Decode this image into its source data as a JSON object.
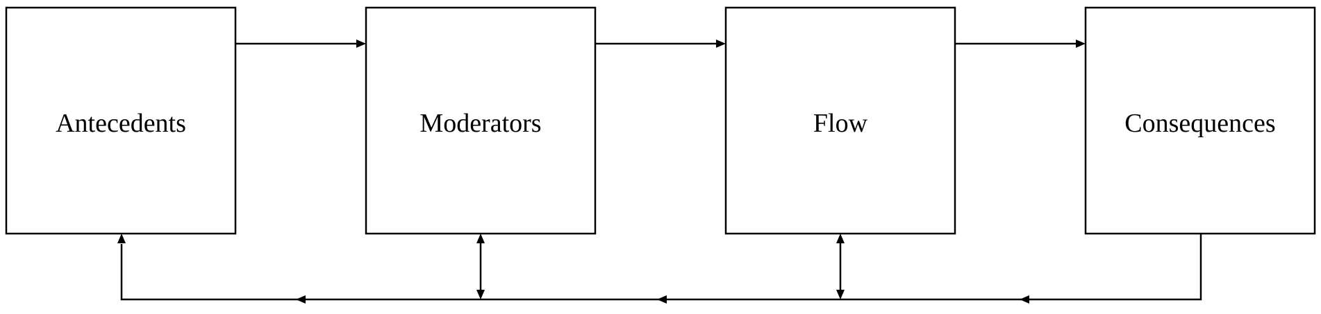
{
  "diagram": {
    "nodes": [
      {
        "id": "antecedents",
        "label": "Antecedents"
      },
      {
        "id": "moderators",
        "label": "Moderators"
      },
      {
        "id": "flow",
        "label": "Flow"
      },
      {
        "id": "consequences",
        "label": "Consequences"
      }
    ],
    "edges": [
      {
        "from": "antecedents",
        "to": "moderators",
        "type": "directed"
      },
      {
        "from": "moderators",
        "to": "flow",
        "type": "directed"
      },
      {
        "from": "flow",
        "to": "consequences",
        "type": "directed"
      },
      {
        "from": "consequences",
        "to": "antecedents",
        "type": "feedback-loop"
      },
      {
        "from": "moderators",
        "to": "feedback-loop",
        "type": "bidirectional"
      },
      {
        "from": "flow",
        "to": "feedback-loop",
        "type": "bidirectional"
      }
    ],
    "colors": {
      "stroke": "#000000",
      "background": "#ffffff"
    }
  }
}
